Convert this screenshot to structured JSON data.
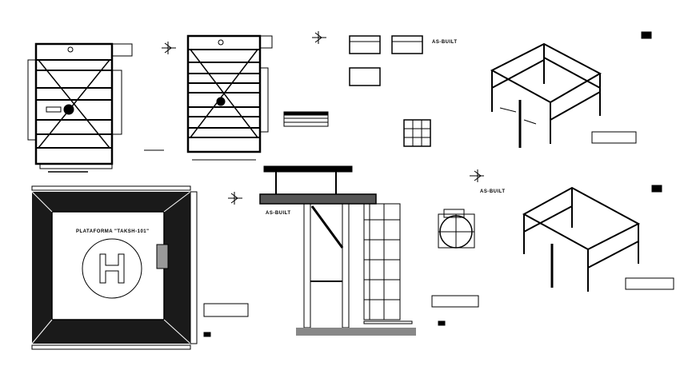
{
  "drawing": {
    "background": "#ffffff",
    "line_color": "#000000",
    "labels": {
      "helipad_title": "PLATAFORMA \"TAKSH-101\"",
      "helipad_symbol": "H",
      "as_built_1": "AS-BUILT",
      "as_built_2": "AS-BUILT",
      "as_built_3": "AS-BUILT"
    }
  }
}
